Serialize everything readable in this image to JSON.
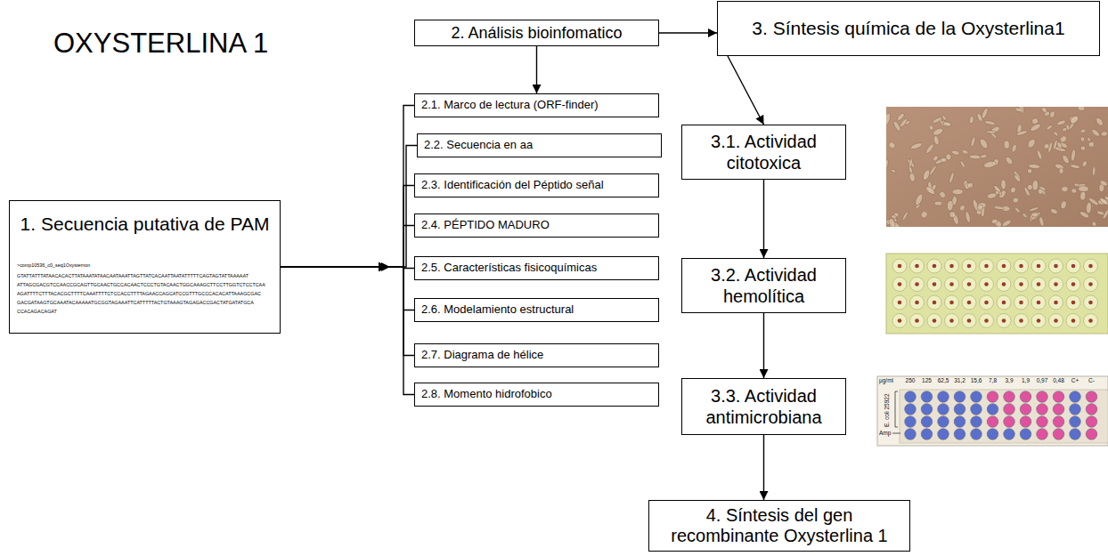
{
  "diagram": {
    "title": "OXYSTERLINA 1",
    "nodes": [
      {
        "text": [
          "1. Secuencia putativa de PAM",
          ">comp10536_c0_seq1Oxysternon",
          "GTATTATTTATAACACACTTATAAATATAACAATAAATTAGTTATCACAATTAATATTTTTCAGTAGTATTAAAAAT ATTAGCGACGTCCAACCGCAGTTGCAACTGCCACAACTCCCTGTACAACTGGCAAAGCTTCCTTGGTCTCCTCAA AGATTTTCTTTACACGCTTTTCAAATTTTCTCCACCTTTTAGAACCAGCATCCGTTTGCCCACACATTAAAGCGAC GACGATAAGTGCAAATACAAAAATGCGGTAGAAATTCATTTTTACTGTAAAGTAGAGACCGACTATGATATGCA CCACAGACAGAT"
        ]
      },
      {
        "text": [
          "2. Análisis bioinfomatico"
        ]
      },
      {
        "text": [
          "2.1. Marco de lectura (ORF-finder)"
        ]
      },
      {
        "text": [
          "2.2. Secuencia en aa"
        ]
      },
      {
        "text": [
          "2.3. Identificación del Péptido señal"
        ]
      },
      {
        "text": [
          "2.4. PÉPTIDO MADURO"
        ]
      },
      {
        "text": [
          "2.5. Características fisicoquímicas"
        ]
      },
      {
        "text": [
          "2.6. Modelamiento estructural"
        ]
      },
      {
        "text": [
          "2.7. Diagrama de hélice"
        ]
      },
      {
        "text": [
          "2.8. Momento hidrofobico"
        ]
      },
      {
        "text": [
          "3. Síntesis química de la Oxysterlina1"
        ]
      },
      {
        "text": [
          "3.1. Actividad citotoxica"
        ]
      },
      {
        "text": [
          "3.2. Actividad hemolítica"
        ]
      },
      {
        "text": [
          "3.3. Actividad antimicrobiana"
        ]
      },
      {
        "text": [
          "4. Síntesis del gen recombinante Oxysterlina 1"
        ]
      }
    ],
    "edges": [
      {
        "from": 0,
        "to": 2,
        "arrow": "to"
      },
      {
        "from": 0,
        "to": 3,
        "arrow": "to"
      },
      {
        "from": 0,
        "to": 4,
        "arrow": "to"
      },
      {
        "from": 0,
        "to": 5,
        "arrow": "to"
      },
      {
        "from": 0,
        "to": 6,
        "arrow": "to"
      },
      {
        "from": 0,
        "to": 7,
        "arrow": "to"
      },
      {
        "from": 0,
        "to": 8,
        "arrow": "to"
      },
      {
        "from": 0,
        "to": 9,
        "arrow": "to"
      },
      {
        "from": 1,
        "to": 2,
        "arrow": "to"
      },
      {
        "from": 1,
        "to": 10,
        "arrow": "to"
      },
      {
        "from": 10,
        "to": 11,
        "arrow": "to"
      },
      {
        "from": 11,
        "to": 12,
        "arrow": "to"
      },
      {
        "from": 12,
        "to": 13,
        "arrow": "to"
      },
      {
        "from": 13,
        "to": 14,
        "arrow": "to"
      }
    ],
    "labels": [
      "μg/ml",
      "250",
      "125",
      "62,5",
      "31,2",
      "15,6",
      "7,8",
      "3,9",
      "1,9",
      "0,97",
      "0,48",
      "C+",
      "C-",
      "E. coli 25922",
      "Amp"
    ]
  }
}
